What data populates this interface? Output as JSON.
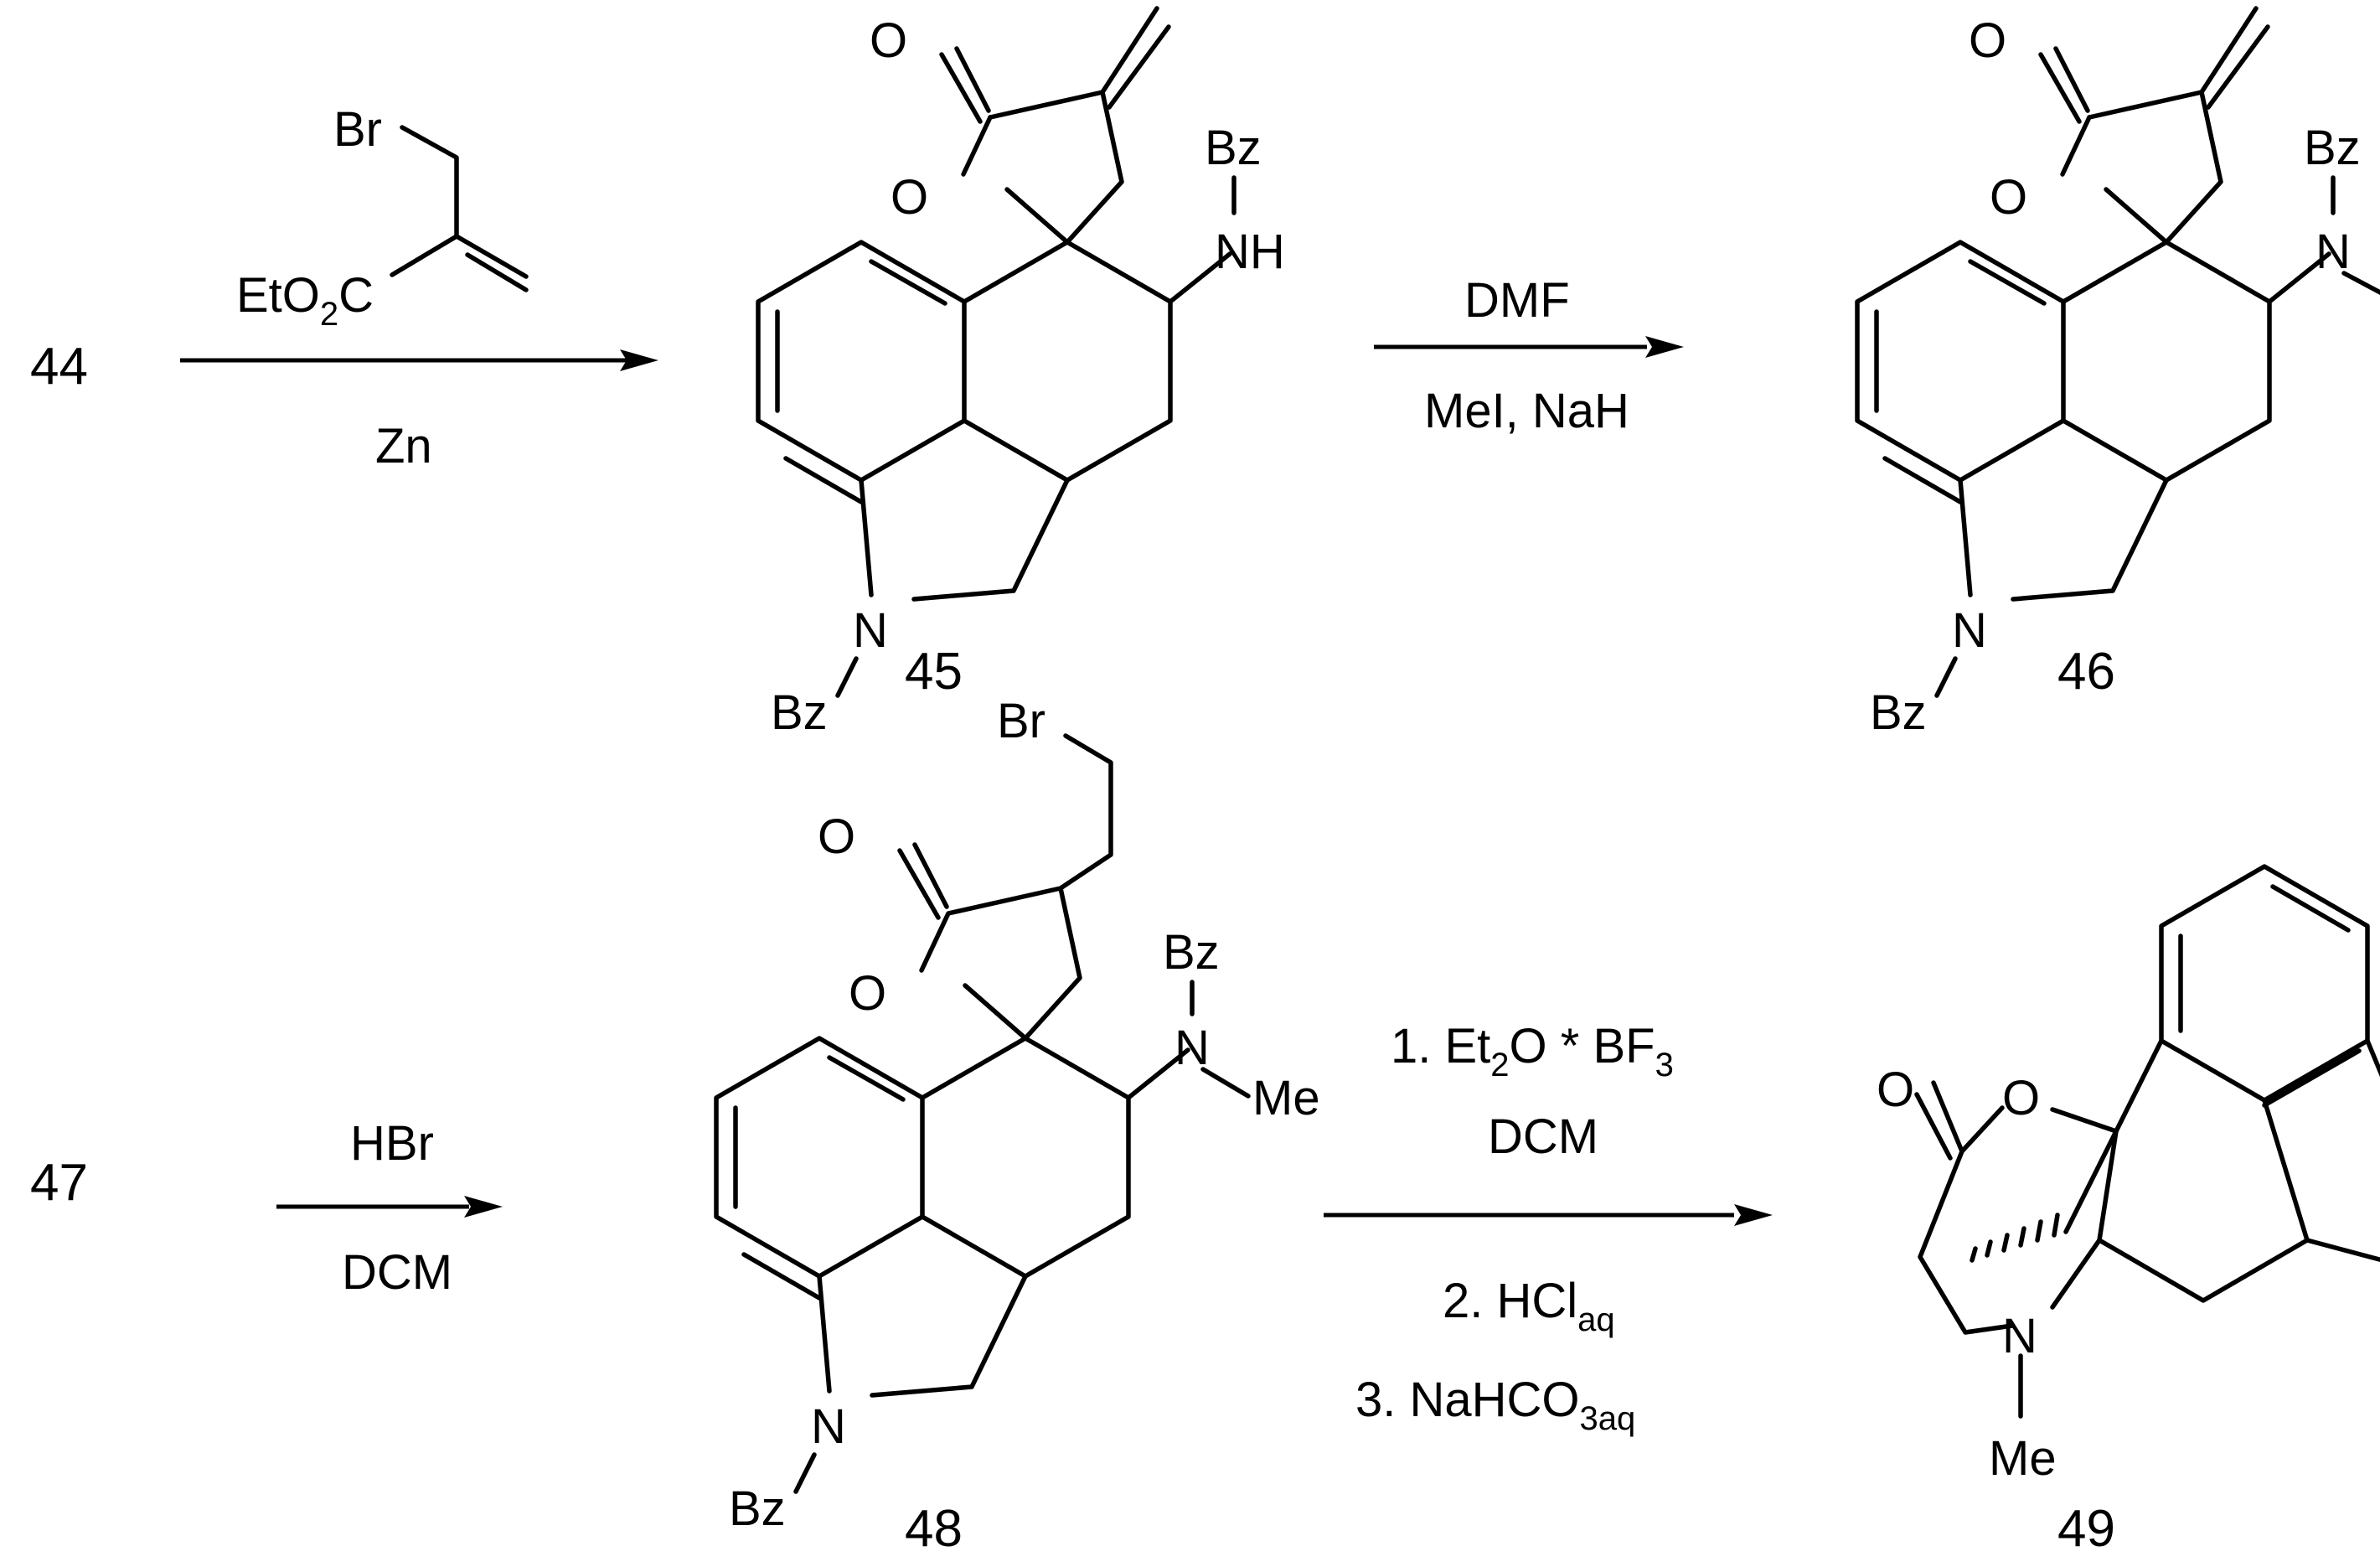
{
  "compounds": {
    "c44": "44",
    "c45": "45",
    "c46": "46",
    "c47": "47",
    "c48": "48",
    "c49": "49"
  },
  "atoms": {
    "o": "O",
    "n": "N",
    "nh": "NH",
    "bz": "Bz",
    "me": "Me",
    "br": "Br"
  },
  "reagents": {
    "step1_top_br": "Br",
    "step1_top_ester_a": "EtO",
    "step1_top_ester_sub": "2",
    "step1_top_ester_b": "C",
    "step1_bottom": "Zn",
    "step2_top": "DMF",
    "step2_bottom": "MeI, NaH",
    "step3_top": "HBr",
    "step3_bottom": "DCM",
    "step4_line1_a": "1. Et",
    "step4_line1_sub1": "2",
    "step4_line1_b": "O * BF",
    "step4_line1_sub2": "3",
    "step4_line2": "DCM",
    "step4_line3_a": "2. HCl",
    "step4_line3_sub": "aq",
    "step4_line4_a": "3. NaHCO",
    "step4_line4_sub": "3aq"
  }
}
